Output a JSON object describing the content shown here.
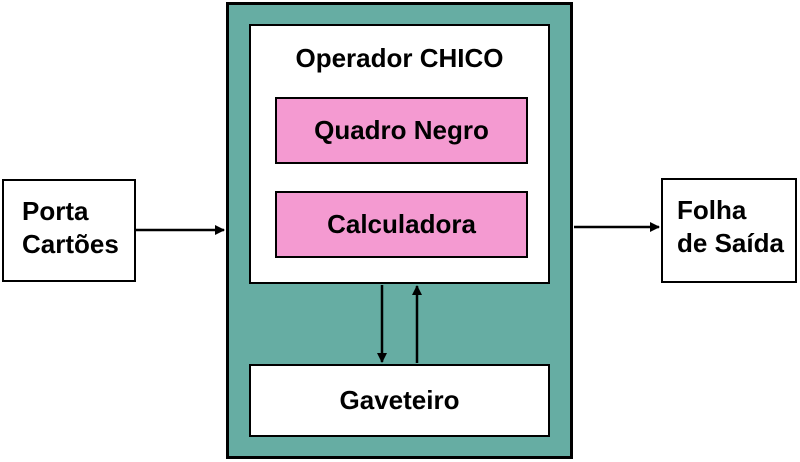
{
  "left": {
    "line1": "Porta",
    "line2": "Cartões"
  },
  "right": {
    "line1": "Folha",
    "line2": "de Saída"
  },
  "operator": {
    "title": "Operador CHICO",
    "item1": "Quadro Negro",
    "item2": "Calculadora"
  },
  "storage": "Gaveteiro",
  "colors": {
    "main_fill": "#66ada3",
    "pink_fill": "#f49ad1",
    "stroke": "#000000"
  }
}
